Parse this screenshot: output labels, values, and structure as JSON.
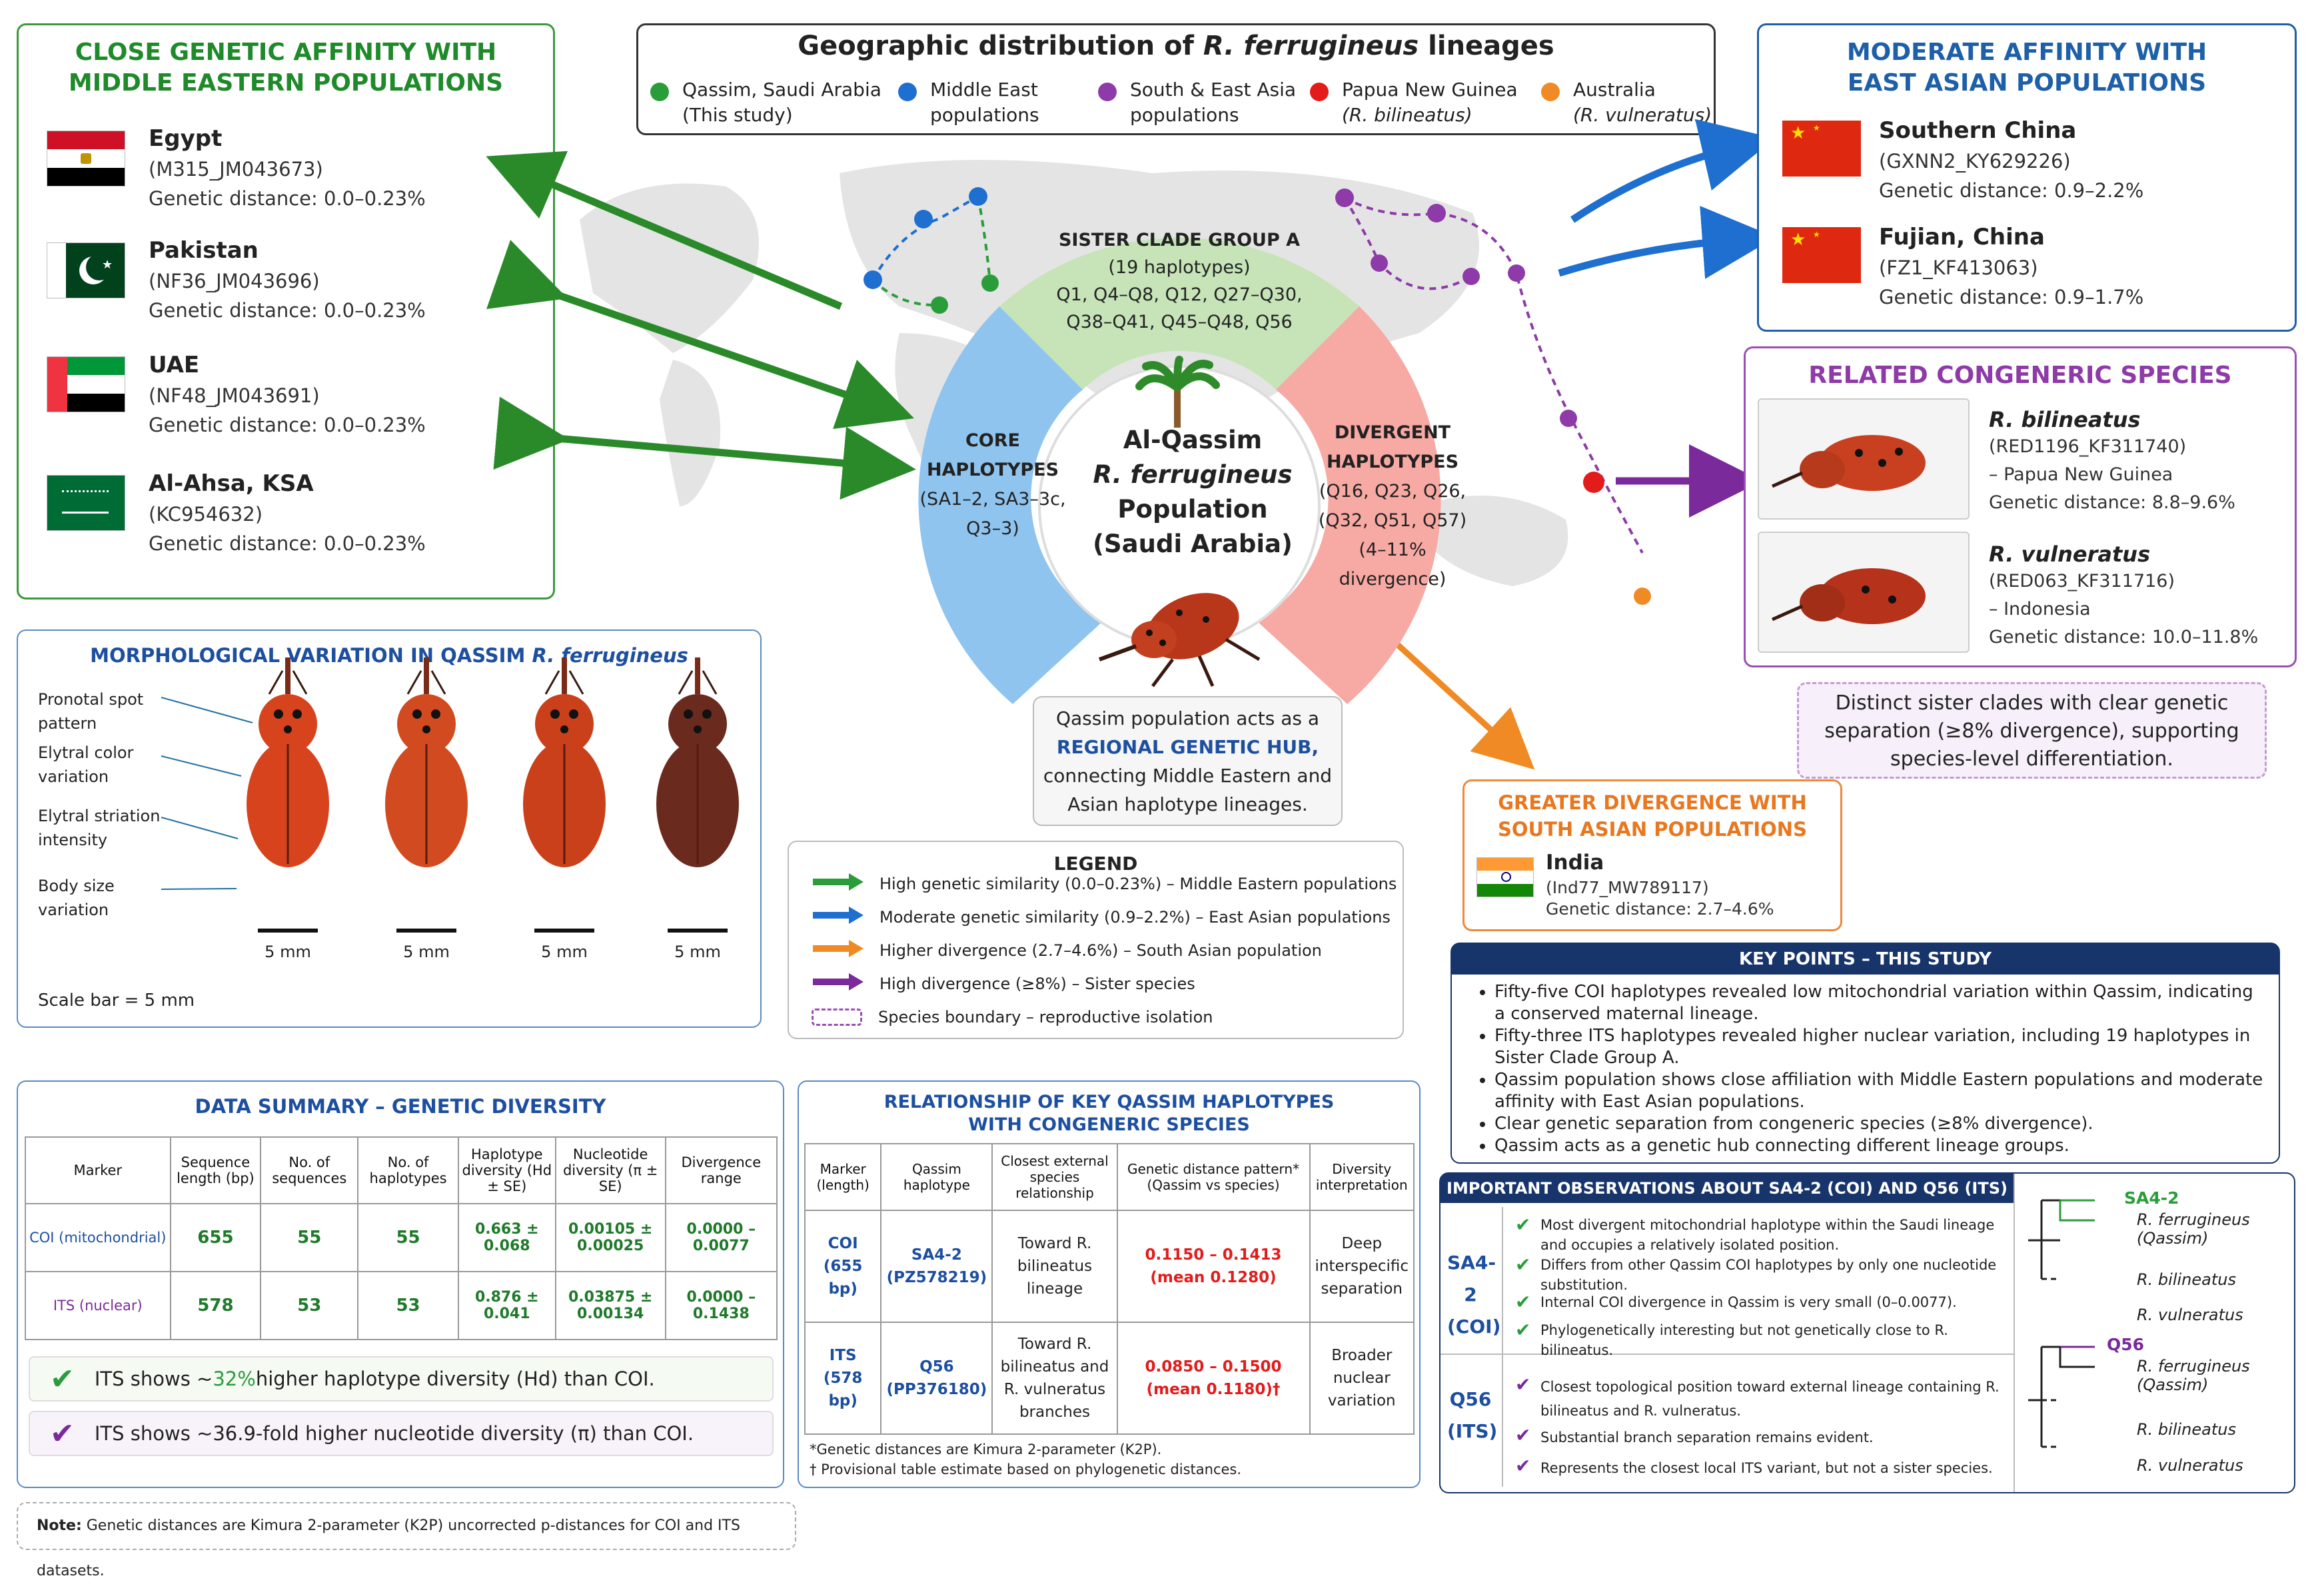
{
  "title": {
    "prefix": "Geographic distribution of ",
    "species": "R. ferrugineus",
    "suffix": " lineages"
  },
  "map_legend": [
    {
      "label": "Qassim, Saudi Arabia",
      "sub": "(This study)",
      "color": "#2a9d3a"
    },
    {
      "label": "Middle East",
      "sub": "populations",
      "color": "#1f6fd0"
    },
    {
      "label": "South & East Asia",
      "sub": "populations",
      "color": "#8e3aa8"
    },
    {
      "label": "Papua New Guinea",
      "sub": "(R. bilineatus)",
      "color": "#e31b1b"
    },
    {
      "label": "Australia",
      "sub": "(R. vulneratus)",
      "color": "#f08a24"
    }
  ],
  "middle_east": {
    "header_l1": "CLOSE GENETIC AFFINITY WITH",
    "header_l2": "MIDDLE EASTERN POPULATIONS",
    "items": [
      {
        "country": "Egypt",
        "code": "(M315_JM043673)",
        "distance": "Genetic distance: 0.0–0.23%"
      },
      {
        "country": "Pakistan",
        "code": "(NF36_JM043696)",
        "distance": "Genetic distance: 0.0–0.23%"
      },
      {
        "country": "UAE",
        "code": "(NF48_JM043691)",
        "distance": "Genetic distance: 0.0–0.23%"
      },
      {
        "country": "Al-Ahsa, KSA",
        "code": "(KC954632)",
        "distance": "Genetic distance: 0.0–0.23%"
      }
    ]
  },
  "east_asia": {
    "header_l1": "MODERATE AFFINITY WITH",
    "header_l2": "EAST ASIAN POPULATIONS",
    "items": [
      {
        "country": "Southern China",
        "code": "(GXNN2_KY629226)",
        "distance": "Genetic distance: 0.9–2.2%"
      },
      {
        "country": "Fujian, China",
        "code": "(FZ1_KF413063)",
        "distance": "Genetic distance: 0.9–1.7%"
      }
    ]
  },
  "congeneric": {
    "header": "RELATED CONGENERIC SPECIES",
    "items": [
      {
        "species": "R. bilineatus",
        "code": "(RED1196_KF311740)",
        "place": "– Papua New Guinea",
        "distance": "Genetic distance: 8.8–9.6%"
      },
      {
        "species": "R. vulneratus",
        "code": "(RED063_KF311716)",
        "place": "– Indonesia",
        "distance": "Genetic distance: 10.0–11.8%"
      }
    ],
    "note": "Distinct sister clades with clear genetic separation (≥8% divergence), supporting species-level differentiation."
  },
  "wheel": {
    "top_title": "SISTER CLADE GROUP A",
    "top_count": "(19 haplotypes)",
    "top_l1": "Q1, Q4–Q8, Q12, Q27–Q30,",
    "top_l2": "Q38–Q41, Q45–Q48, Q56",
    "left_title1": "CORE",
    "left_title2": "HAPLOTYPES",
    "left_l1": "(SA1–2, SA3–3c,",
    "left_l2": "Q3–3)",
    "right_title1": "DIVERGENT",
    "right_title2": "HAPLOTYPES",
    "right_l1": "(Q16, Q23, Q26,",
    "right_l2": "(Q32, Q51, Q57)",
    "right_l3": "(4–11%",
    "right_l4": "divergence)",
    "center_l1": "Al-Qassim",
    "center_l2": "R. ferrugineus",
    "center_l3": "Population",
    "center_l4": "(Saudi Arabia)"
  },
  "hub": {
    "l1": "Qassim population acts as a",
    "l2": "REGIONAL GENETIC HUB,",
    "l3": "connecting Middle Eastern and",
    "l4": "Asian haplotype lineages."
  },
  "legend": {
    "title": "LEGEND",
    "items": [
      {
        "text": "High genetic similarity (0.0–0.23%) – Middle Eastern populations",
        "color": "#2a9d3a"
      },
      {
        "text": "Moderate genetic similarity (0.9–2.2%) – East Asian populations",
        "color": "#1f6fd0"
      },
      {
        "text": "Higher divergence (2.7–4.6%) – South Asian population",
        "color": "#f08a24"
      },
      {
        "text": "High divergence (≥8%) – Sister species",
        "color": "#7a2a9a"
      },
      {
        "text": "Species boundary – reproductive isolation",
        "color": "#9b4fb5"
      }
    ]
  },
  "south_asia": {
    "header_l1": "GREATER DIVERGENCE WITH",
    "header_l2": "SOUTH ASIAN POPULATIONS",
    "country": "India",
    "code": "(Ind77_MW789117)",
    "distance": "Genetic distance: 2.7–4.6%"
  },
  "morph": {
    "title_prefix": "MORPHOLOGICAL VARIATION IN QASSIM ",
    "title_species": "R. ferrugineus",
    "labels": [
      [
        "Pronotal spot",
        "pattern"
      ],
      [
        "Elytral color",
        "variation"
      ],
      [
        "Elytral striation",
        "intensity"
      ],
      [
        "Body size",
        "variation"
      ]
    ],
    "scale": "5 mm",
    "scale_note": "Scale bar = 5 mm"
  },
  "data_summary": {
    "title": "DATA SUMMARY – GENETIC DIVERSITY",
    "headers": [
      "Marker",
      "Sequence length (bp)",
      "No. of sequences",
      "No. of haplotypes",
      "Haplotype diversity (Hd ± SE)",
      "Nucleotide diversity (π ± SE)",
      "Divergence range"
    ],
    "rows": [
      [
        "COI (mitochondrial)",
        "655",
        "55",
        "55",
        "0.663 ± 0.068",
        "0.00105 ± 0.00025",
        "0.0000 – 0.0077"
      ],
      [
        "ITS (nuclear)",
        "578",
        "53",
        "53",
        "0.876 ± 0.041",
        "0.03875 ± 0.00134",
        "0.0000 – 0.1438"
      ]
    ],
    "note1_a": "ITS shows ~",
    "note1_b": "32%",
    "note1_c": " higher haplotype diversity (Hd) than COI.",
    "note2": "ITS shows ~36.9-fold higher nucleotide diversity (π) than COI."
  },
  "relationship": {
    "title_l1": "RELATIONSHIP OF KEY QASSIM HAPLOTYPES",
    "title_l2": "WITH CONGENERIC SPECIES",
    "headers": [
      "Marker (length)",
      "Qassim haplotype",
      "Closest external species relationship",
      "Genetic distance pattern* (Qassim vs species)",
      "Diversity interpretation"
    ],
    "rows": [
      [
        "COI (655 bp)",
        "SA4-2 (PZ578219)",
        "Toward R. bilineatus lineage",
        "0.1150 – 0.1413 (mean 0.1280)",
        "Deep interspecific separation"
      ],
      [
        "ITS (578 bp)",
        "Q56 (PP376180)",
        "Toward R. bilineatus and R. vulneratus branches",
        "0.0850 – 0.1500 (mean 0.1180)†",
        "Broader nuclear variation"
      ]
    ],
    "foot1": "*Genetic distances are Kimura 2-parameter (K2P).",
    "foot2": "† Provisional table estimate based on phylogenetic distances."
  },
  "key_points": {
    "title": "KEY POINTS – THIS STUDY",
    "items": [
      "Fifty-five COI haplotypes revealed low mitochondrial variation within Qassim, indicating a conserved maternal lineage.",
      "Fifty-three ITS haplotypes revealed higher nuclear variation, including 19 haplotypes in Sister Clade Group A.",
      "Qassim population shows close affiliation with Middle Eastern populations and moderate affinity with East Asian populations.",
      "Clear genetic separation from congeneric species (≥8% divergence).",
      "Qassim acts as a genetic hub connecting different lineage groups."
    ]
  },
  "observations": {
    "title": "IMPORTANT OBSERVATIONS ABOUT SA4-2 (COI) AND Q56 (ITS)",
    "sa_label_1": "SA4-2",
    "sa_label_2": "(COI)",
    "sa_items": [
      "Most divergent mitochondrial haplotype within the Saudi lineage and occupies a relatively isolated position.",
      "Differs from other Qassim COI haplotypes by only one nucleotide substitution.",
      "Internal COI divergence in Qassim is very small (0–0.0077).",
      "Phylogenetically interesting but not genetically close to R. bilineatus."
    ],
    "q_label_1": "Q56",
    "q_label_2": "(ITS)",
    "q_items": [
      "Closest topological position toward external lineage containing R. bilineatus and R. vulneratus.",
      "Substantial branch separation remains evident.",
      "Represents the closest local ITS variant, but not a sister species."
    ],
    "tree1": {
      "node": "SA4-2",
      "l1": "R. ferrugineus (Qassim)",
      "l2": "R. bilineatus",
      "l3": "R. vulneratus"
    },
    "tree2": {
      "node": "Q56",
      "l1": "R. ferrugineus (Qassim)",
      "l2": "R. bilineatus",
      "l3": "R. vulneratus"
    }
  },
  "note": {
    "bold": "Note:",
    "text": " Genetic distances are Kimura 2-parameter (K2P) uncorrected p-distances for COI and ITS datasets."
  }
}
